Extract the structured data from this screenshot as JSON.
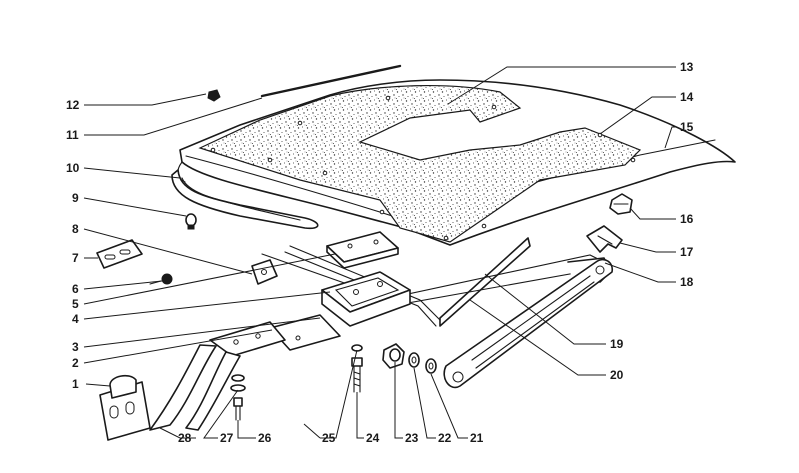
{
  "labels": [
    {
      "id": "1",
      "text": "1"
    },
    {
      "id": "2",
      "text": "2"
    },
    {
      "id": "3",
      "text": "3"
    },
    {
      "id": "4",
      "text": "4"
    },
    {
      "id": "5",
      "text": "5"
    },
    {
      "id": "6",
      "text": "6"
    },
    {
      "id": "7",
      "text": "7"
    },
    {
      "id": "8",
      "text": "8"
    },
    {
      "id": "9",
      "text": "9"
    },
    {
      "id": "10",
      "text": "10"
    },
    {
      "id": "11",
      "text": "11"
    },
    {
      "id": "12",
      "text": "12"
    },
    {
      "id": "13",
      "text": "13"
    },
    {
      "id": "14",
      "text": "14"
    },
    {
      "id": "15",
      "text": "15"
    },
    {
      "id": "16",
      "text": "16"
    },
    {
      "id": "17",
      "text": "17"
    },
    {
      "id": "18",
      "text": "18"
    },
    {
      "id": "19",
      "text": "19"
    },
    {
      "id": "20",
      "text": "20"
    },
    {
      "id": "21",
      "text": "21"
    },
    {
      "id": "22",
      "text": "22"
    },
    {
      "id": "23",
      "text": "23"
    },
    {
      "id": "24",
      "text": "24"
    },
    {
      "id": "25",
      "text": "25"
    },
    {
      "id": "26",
      "text": "26"
    },
    {
      "id": "27",
      "text": "27"
    },
    {
      "id": "28",
      "text": "28"
    }
  ]
}
